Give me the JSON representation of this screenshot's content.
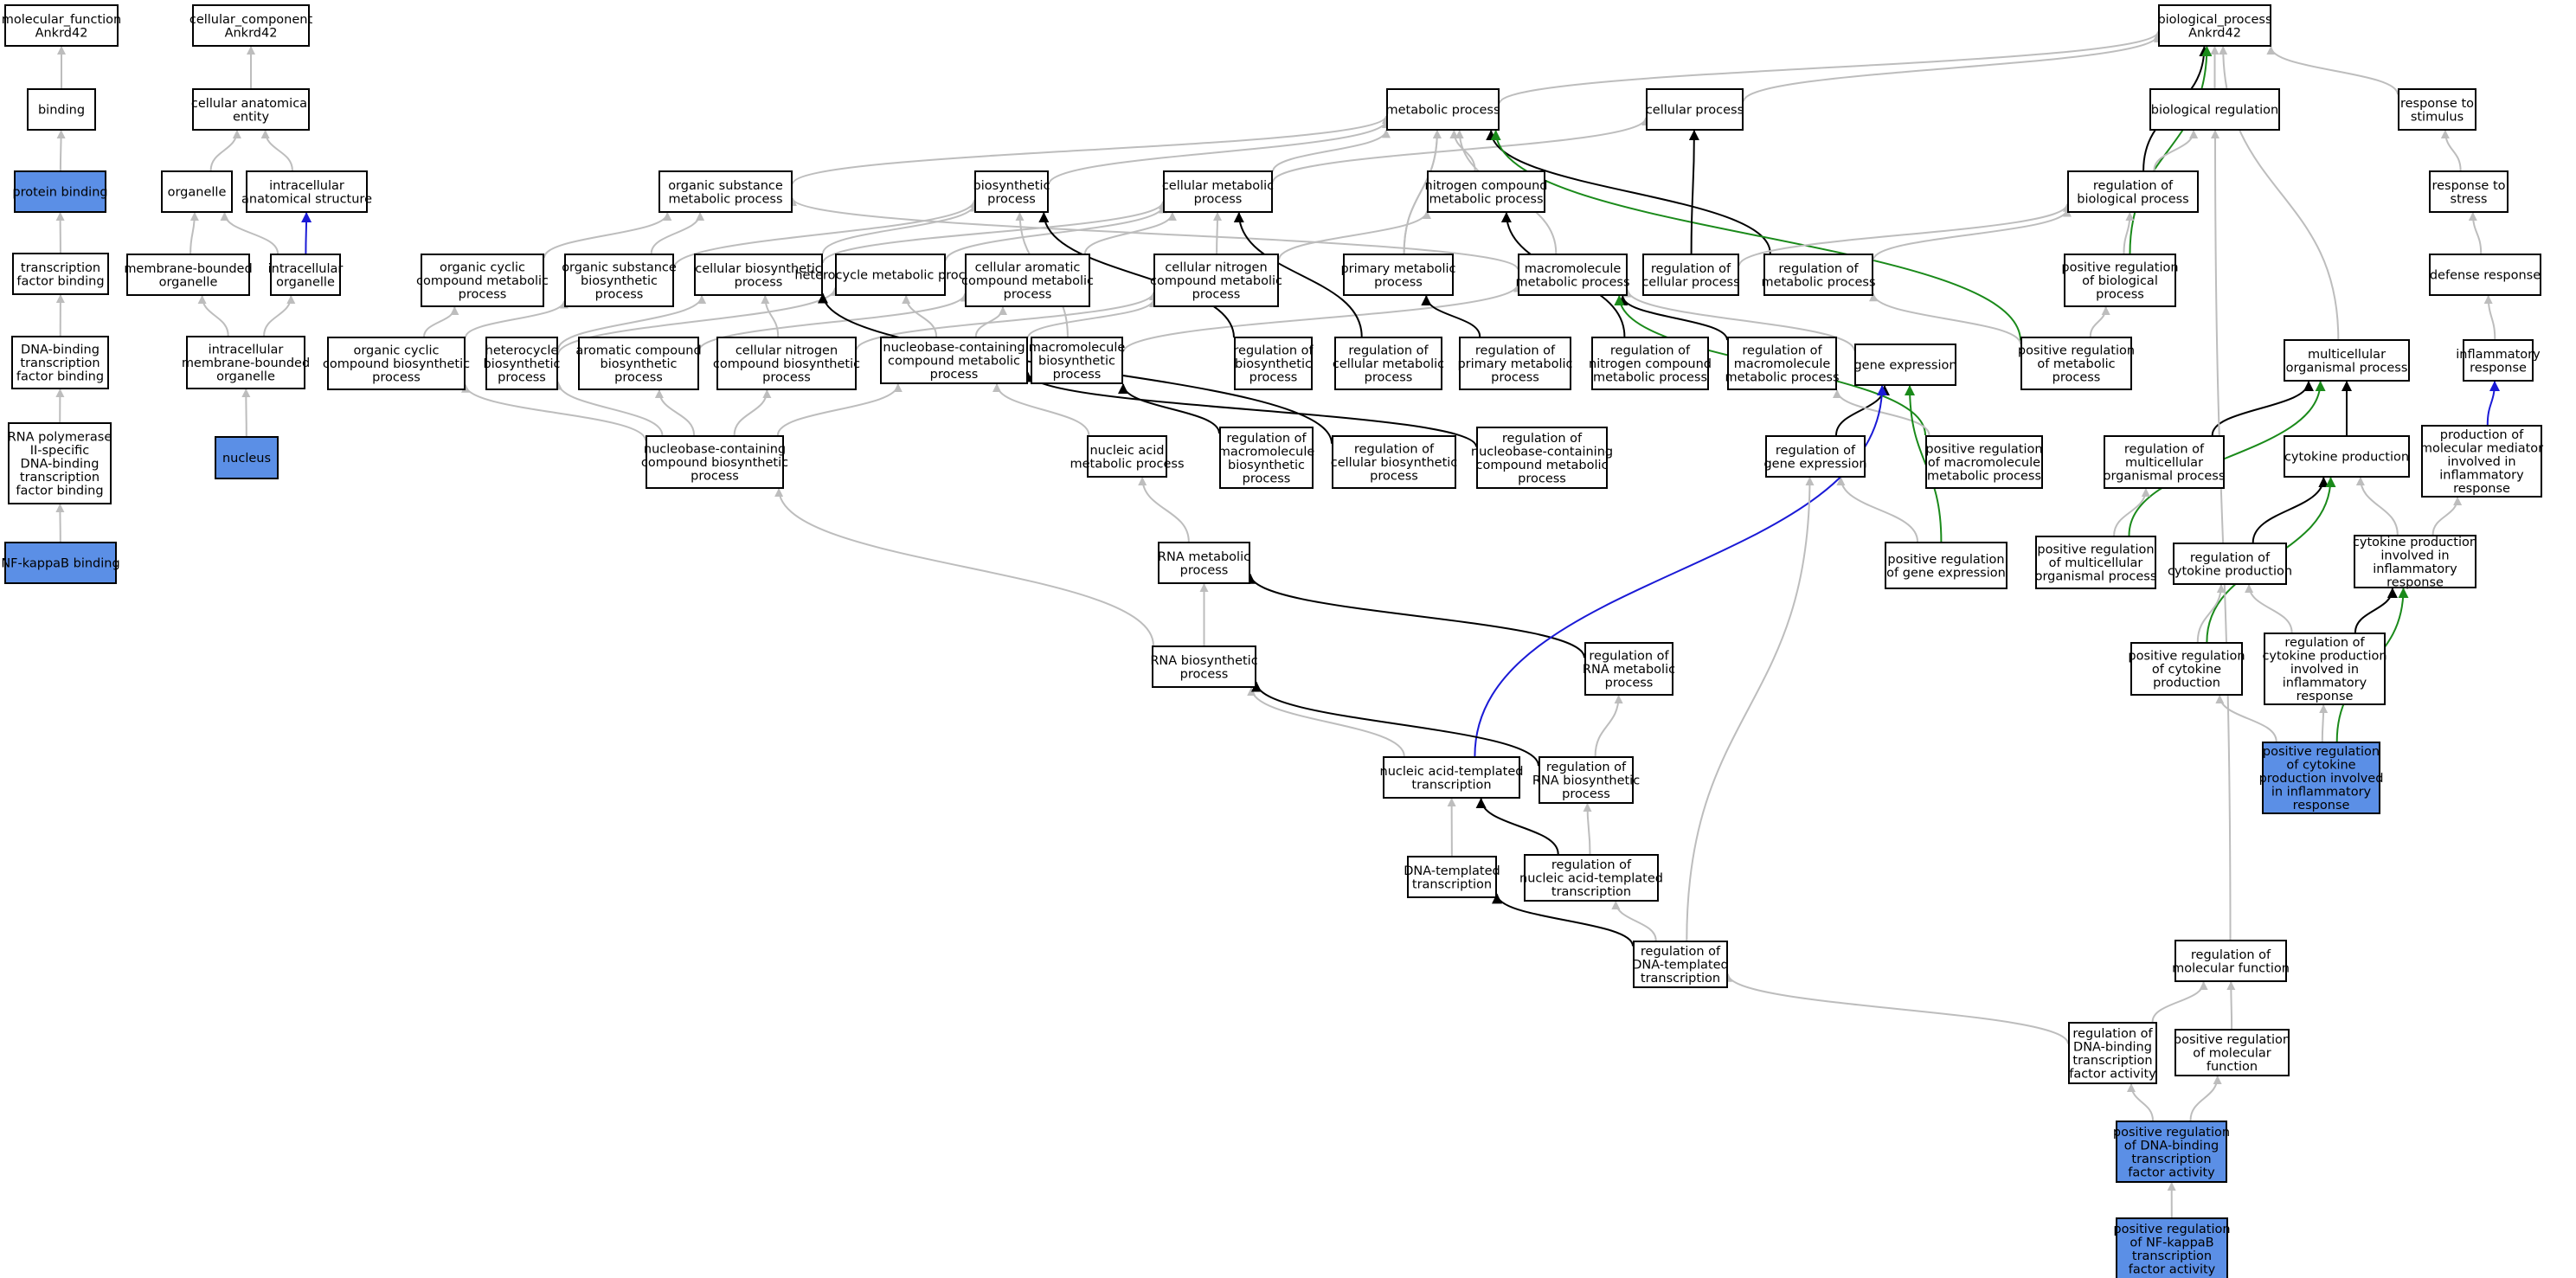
{
  "colors": {
    "node_fill": "#ffffff",
    "highlight_fill": "#5b8fe6",
    "is_a_edge": "#bdbdbd",
    "regulates_edge": "#000000",
    "positively_regulates_edge": "#1a8a1a",
    "part_of_edge": "#1a1ad6"
  },
  "nodes": [
    {
      "id": "mf",
      "lines": [
        "molecular_function",
        "Ankrd42"
      ]
    },
    {
      "id": "binding",
      "lines": [
        "binding"
      ]
    },
    {
      "id": "protein_binding",
      "lines": [
        "protein binding"
      ],
      "highlight": true
    },
    {
      "id": "tf_binding",
      "lines": [
        "transcription",
        "factor binding"
      ]
    },
    {
      "id": "dbtf_binding",
      "lines": [
        "DNA-binding",
        "transcription",
        "factor binding"
      ]
    },
    {
      "id": "rnap2_binding",
      "lines": [
        "RNA polymerase",
        "II-specific",
        "DNA-binding",
        "transcription",
        "factor binding"
      ]
    },
    {
      "id": "nfkb_binding",
      "lines": [
        "NF-kappaB binding"
      ],
      "highlight": true
    },
    {
      "id": "cc",
      "lines": [
        "cellular_component",
        "Ankrd42"
      ]
    },
    {
      "id": "cae",
      "lines": [
        "cellular anatomical",
        "entity"
      ]
    },
    {
      "id": "organelle",
      "lines": [
        "organelle"
      ]
    },
    {
      "id": "ias",
      "lines": [
        "intracellular",
        "anatomical structure"
      ]
    },
    {
      "id": "mbo",
      "lines": [
        "membrane-bounded",
        "organelle"
      ]
    },
    {
      "id": "io",
      "lines": [
        "intracellular",
        "organelle"
      ]
    },
    {
      "id": "imbo",
      "lines": [
        "intracellular",
        "membrane-bounded",
        "organelle"
      ]
    },
    {
      "id": "nucleus",
      "lines": [
        "nucleus"
      ],
      "highlight": true
    },
    {
      "id": "bp",
      "lines": [
        "biological_process",
        "Ankrd42"
      ]
    },
    {
      "id": "metab",
      "lines": [
        "metabolic process"
      ]
    },
    {
      "id": "cellp",
      "lines": [
        "cellular process"
      ]
    },
    {
      "id": "bioreg",
      "lines": [
        "biological regulation"
      ]
    },
    {
      "id": "resp_stim",
      "lines": [
        "response to",
        "stimulus"
      ]
    },
    {
      "id": "osmp",
      "lines": [
        "organic substance",
        "metabolic process"
      ]
    },
    {
      "id": "biosyn",
      "lines": [
        "biosynthetic",
        "process"
      ]
    },
    {
      "id": "cmp",
      "lines": [
        "cellular metabolic",
        "process"
      ]
    },
    {
      "id": "ncmp",
      "lines": [
        "nitrogen compound",
        "metabolic process"
      ]
    },
    {
      "id": "reg_bp",
      "lines": [
        "regulation of",
        "biological process"
      ]
    },
    {
      "id": "resp_stress",
      "lines": [
        "response to",
        "stress"
      ]
    },
    {
      "id": "occmp",
      "lines": [
        "organic cyclic",
        "compound metabolic",
        "process"
      ]
    },
    {
      "id": "osbp",
      "lines": [
        "organic substance",
        "biosynthetic",
        "process"
      ]
    },
    {
      "id": "cbp",
      "lines": [
        "cellular biosynthetic",
        "process"
      ]
    },
    {
      "id": "hmp",
      "lines": [
        "heterocycle metabolic process"
      ]
    },
    {
      "id": "cacmp",
      "lines": [
        "cellular aromatic",
        "compound metabolic",
        "process"
      ]
    },
    {
      "id": "cncmp",
      "lines": [
        "cellular nitrogen",
        "compound metabolic",
        "process"
      ]
    },
    {
      "id": "pmp",
      "lines": [
        "primary metabolic",
        "process"
      ]
    },
    {
      "id": "mmp",
      "lines": [
        "macromolecule",
        "metabolic process"
      ]
    },
    {
      "id": "reg_cp",
      "lines": [
        "regulation of",
        "cellular process"
      ]
    },
    {
      "id": "reg_mp",
      "lines": [
        "regulation of",
        "metabolic process"
      ]
    },
    {
      "id": "pos_reg_bp",
      "lines": [
        "positive regulation",
        "of biological",
        "process"
      ]
    },
    {
      "id": "defense",
      "lines": [
        "defense response"
      ]
    },
    {
      "id": "occbp",
      "lines": [
        "organic cyclic",
        "compound biosynthetic",
        "process"
      ]
    },
    {
      "id": "hbp",
      "lines": [
        "heterocycle",
        "biosynthetic",
        "process"
      ]
    },
    {
      "id": "acbp",
      "lines": [
        "aromatic compound",
        "biosynthetic",
        "process"
      ]
    },
    {
      "id": "cncbp",
      "lines": [
        "cellular nitrogen",
        "compound biosynthetic",
        "process"
      ]
    },
    {
      "id": "nbccmp",
      "lines": [
        "nucleobase-containing",
        "compound metabolic",
        "process"
      ]
    },
    {
      "id": "mbp",
      "lines": [
        "macromolecule",
        "biosynthetic",
        "process"
      ]
    },
    {
      "id": "reg_biosyn",
      "lines": [
        "regulation of",
        "biosynthetic",
        "process"
      ]
    },
    {
      "id": "reg_cmp",
      "lines": [
        "regulation of",
        "cellular metabolic",
        "process"
      ]
    },
    {
      "id": "reg_pmp",
      "lines": [
        "regulation of",
        "primary metabolic",
        "process"
      ]
    },
    {
      "id": "reg_ncmp",
      "lines": [
        "regulation of",
        "nitrogen compound",
        "metabolic process"
      ]
    },
    {
      "id": "reg_mmp",
      "lines": [
        "regulation of",
        "macromolecule",
        "metabolic process"
      ]
    },
    {
      "id": "gexp",
      "lines": [
        "gene expression"
      ]
    },
    {
      "id": "pos_reg_mp",
      "lines": [
        "positive regulation",
        "of metabolic",
        "process"
      ]
    },
    {
      "id": "mcop",
      "lines": [
        "multicellular",
        "organismal process"
      ]
    },
    {
      "id": "inflam",
      "lines": [
        "inflammatory",
        "response"
      ]
    },
    {
      "id": "nbccbp",
      "lines": [
        "nucleobase-containing",
        "compound biosynthetic",
        "process"
      ]
    },
    {
      "id": "namp",
      "lines": [
        "nucleic acid",
        "metabolic process"
      ]
    },
    {
      "id": "reg_mbp",
      "lines": [
        "regulation of",
        "macromolecule",
        "biosynthetic",
        "process"
      ]
    },
    {
      "id": "reg_cbp",
      "lines": [
        "regulation of",
        "cellular biosynthetic",
        "process"
      ]
    },
    {
      "id": "reg_nbccmp",
      "lines": [
        "regulation of",
        "nucleobase-containing",
        "compound metabolic",
        "process"
      ]
    },
    {
      "id": "reg_gexp",
      "lines": [
        "regulation of",
        "gene expression"
      ]
    },
    {
      "id": "pos_reg_mmp",
      "lines": [
        "positive regulation",
        "of macromolecule",
        "metabolic process"
      ]
    },
    {
      "id": "reg_mcop",
      "lines": [
        "regulation of",
        "multicellular",
        "organismal process"
      ]
    },
    {
      "id": "cyt_prod",
      "lines": [
        "cytokine production"
      ]
    },
    {
      "id": "prod_mm",
      "lines": [
        "production of",
        "molecular mediator",
        "involved in",
        "inflammatory",
        "response"
      ]
    },
    {
      "id": "rnamp",
      "lines": [
        "RNA metabolic",
        "process"
      ]
    },
    {
      "id": "pos_reg_gexp",
      "lines": [
        "positive regulation",
        "of gene expression"
      ]
    },
    {
      "id": "pos_reg_mcop",
      "lines": [
        "positive regulation",
        "of multicellular",
        "organismal process"
      ]
    },
    {
      "id": "reg_cyt",
      "lines": [
        "regulation of",
        "cytokine production"
      ]
    },
    {
      "id": "cyt_inflam",
      "lines": [
        "cytokine production",
        "involved in",
        "inflammatory",
        "response"
      ]
    },
    {
      "id": "rnabp",
      "lines": [
        "RNA biosynthetic",
        "process"
      ]
    },
    {
      "id": "reg_rnamp",
      "lines": [
        "regulation of",
        "RNA metabolic",
        "process"
      ]
    },
    {
      "id": "pos_reg_cyt",
      "lines": [
        "positive regulation",
        "of cytokine",
        "production"
      ]
    },
    {
      "id": "reg_cyt_inflam",
      "lines": [
        "regulation of",
        "cytokine production",
        "involved in",
        "inflammatory",
        "response"
      ]
    },
    {
      "id": "natt",
      "lines": [
        "nucleic acid-templated",
        "transcription"
      ]
    },
    {
      "id": "reg_rnabp",
      "lines": [
        "regulation of",
        "RNA biosynthetic",
        "process"
      ]
    },
    {
      "id": "pos_reg_cyt_inflam",
      "lines": [
        "positive regulation",
        "of cytokine",
        "production involved",
        "in inflammatory",
        "response"
      ],
      "highlight": true
    },
    {
      "id": "dtt",
      "lines": [
        "DNA-templated",
        "transcription"
      ]
    },
    {
      "id": "reg_natt",
      "lines": [
        "regulation of",
        "nucleic acid-templated",
        "transcription"
      ]
    },
    {
      "id": "reg_dtt",
      "lines": [
        "regulation of",
        "DNA-templated",
        "transcription"
      ]
    },
    {
      "id": "reg_mf",
      "lines": [
        "regulation of",
        "molecular function"
      ]
    },
    {
      "id": "reg_dbtfa",
      "lines": [
        "regulation of",
        "DNA-binding",
        "transcription",
        "factor activity"
      ]
    },
    {
      "id": "pos_reg_mf",
      "lines": [
        "positive regulation",
        "of molecular",
        "function"
      ]
    },
    {
      "id": "pos_reg_dbtfa",
      "lines": [
        "positive regulation",
        "of DNA-binding",
        "transcription",
        "factor activity"
      ],
      "highlight": true
    },
    {
      "id": "pos_reg_nfkb",
      "lines": [
        "positive regulation",
        "of NF-kappaB",
        "transcription",
        "factor activity"
      ],
      "highlight": true
    }
  ],
  "edges": [
    [
      "binding",
      "mf",
      "is_a"
    ],
    [
      "protein_binding",
      "binding",
      "is_a"
    ],
    [
      "tf_binding",
      "protein_binding",
      "is_a"
    ],
    [
      "dbtf_binding",
      "tf_binding",
      "is_a"
    ],
    [
      "rnap2_binding",
      "dbtf_binding",
      "is_a"
    ],
    [
      "nfkb_binding",
      "rnap2_binding",
      "is_a"
    ],
    [
      "cae",
      "cc",
      "is_a"
    ],
    [
      "organelle",
      "cae",
      "is_a"
    ],
    [
      "ias",
      "cae",
      "is_a"
    ],
    [
      "mbo",
      "organelle",
      "is_a"
    ],
    [
      "io",
      "organelle",
      "is_a"
    ],
    [
      "io",
      "ias",
      "part_of"
    ],
    [
      "imbo",
      "mbo",
      "is_a"
    ],
    [
      "imbo",
      "io",
      "is_a"
    ],
    [
      "nucleus",
      "imbo",
      "is_a"
    ],
    [
      "metab",
      "bp",
      "is_a"
    ],
    [
      "cellp",
      "bp",
      "is_a"
    ],
    [
      "bioreg",
      "bp",
      "is_a"
    ],
    [
      "resp_stim",
      "bp",
      "is_a"
    ],
    [
      "reg_bp",
      "bp",
      "regulates"
    ],
    [
      "pos_reg_bp",
      "bp",
      "positively_regulates"
    ],
    [
      "mcop",
      "bp",
      "is_a"
    ],
    [
      "osmp",
      "metab",
      "is_a"
    ],
    [
      "biosyn",
      "metab",
      "is_a"
    ],
    [
      "cmp",
      "metab",
      "is_a"
    ],
    [
      "cmp",
      "cellp",
      "is_a"
    ],
    [
      "ncmp",
      "metab",
      "is_a"
    ],
    [
      "pmp",
      "metab",
      "is_a"
    ],
    [
      "reg_mp",
      "metab",
      "regulates"
    ],
    [
      "pos_reg_mp",
      "metab",
      "positively_regulates"
    ],
    [
      "reg_cp",
      "cellp",
      "regulates"
    ],
    [
      "reg_bp",
      "bioreg",
      "is_a"
    ],
    [
      "resp_stress",
      "resp_stim",
      "is_a"
    ],
    [
      "defense",
      "resp_stress",
      "is_a"
    ],
    [
      "inflam",
      "defense",
      "is_a"
    ],
    [
      "occmp",
      "osmp",
      "is_a"
    ],
    [
      "osbp",
      "osmp",
      "is_a"
    ],
    [
      "osbp",
      "biosyn",
      "is_a"
    ],
    [
      "cbp",
      "biosyn",
      "is_a"
    ],
    [
      "cbp",
      "cmp",
      "is_a"
    ],
    [
      "hmp",
      "cmp",
      "is_a"
    ],
    [
      "cacmp",
      "cmp",
      "is_a"
    ],
    [
      "cncmp",
      "cmp",
      "is_a"
    ],
    [
      "cncmp",
      "ncmp",
      "is_a"
    ],
    [
      "mmp",
      "metab",
      "is_a"
    ],
    [
      "mmp",
      "osmp",
      "is_a"
    ],
    [
      "pmp",
      "metab",
      "is_a"
    ],
    [
      "reg_cp",
      "reg_bp",
      "is_a"
    ],
    [
      "reg_mp",
      "reg_bp",
      "is_a"
    ],
    [
      "pos_reg_bp",
      "reg_bp",
      "is_a"
    ],
    [
      "occbp",
      "occmp",
      "is_a"
    ],
    [
      "occbp",
      "osbp",
      "is_a"
    ],
    [
      "hbp",
      "hmp",
      "is_a"
    ],
    [
      "hbp",
      "cbp",
      "is_a"
    ],
    [
      "acbp",
      "cacmp",
      "is_a"
    ],
    [
      "cncbp",
      "cncmp",
      "is_a"
    ],
    [
      "cncbp",
      "cbp",
      "is_a"
    ],
    [
      "nbccmp",
      "hmp",
      "is_a"
    ],
    [
      "nbccmp",
      "cacmp",
      "is_a"
    ],
    [
      "nbccmp",
      "cncmp",
      "is_a"
    ],
    [
      "mbp",
      "mmp",
      "is_a"
    ],
    [
      "mbp",
      "biosyn",
      "is_a"
    ],
    [
      "reg_biosyn",
      "biosyn",
      "regulates"
    ],
    [
      "reg_cmp",
      "cmp",
      "regulates"
    ],
    [
      "reg_pmp",
      "pmp",
      "regulates"
    ],
    [
      "reg_ncmp",
      "ncmp",
      "regulates"
    ],
    [
      "reg_mmp",
      "mmp",
      "regulates"
    ],
    [
      "gexp",
      "mmp",
      "is_a"
    ],
    [
      "pos_reg_mp",
      "reg_mp",
      "is_a"
    ],
    [
      "pos_reg_mp",
      "pos_reg_bp",
      "is_a"
    ],
    [
      "reg_cyt_inflam",
      "reg_cyt",
      "is_a"
    ],
    [
      "nbccbp",
      "nbccmp",
      "is_a"
    ],
    [
      "nbccbp",
      "occbp",
      "is_a"
    ],
    [
      "nbccbp",
      "hbp",
      "is_a"
    ],
    [
      "nbccbp",
      "acbp",
      "is_a"
    ],
    [
      "nbccbp",
      "cncbp",
      "is_a"
    ],
    [
      "namp",
      "nbccmp",
      "is_a"
    ],
    [
      "reg_mbp",
      "mbp",
      "regulates"
    ],
    [
      "reg_cbp",
      "cbp",
      "regulates"
    ],
    [
      "reg_nbccmp",
      "nbccmp",
      "regulates"
    ],
    [
      "reg_gexp",
      "gexp",
      "regulates"
    ],
    [
      "pos_reg_mmp",
      "mmp",
      "positively_regulates"
    ],
    [
      "pos_reg_mmp",
      "reg_mmp",
      "is_a"
    ],
    [
      "reg_mcop",
      "mcop",
      "regulates"
    ],
    [
      "cyt_prod",
      "mcop",
      "regulates"
    ],
    [
      "prod_mm",
      "inflam",
      "part_of"
    ],
    [
      "rnamp",
      "namp",
      "is_a"
    ],
    [
      "pos_reg_gexp",
      "gexp",
      "positively_regulates"
    ],
    [
      "pos_reg_gexp",
      "reg_gexp",
      "is_a"
    ],
    [
      "pos_reg_mcop",
      "mcop",
      "positively_regulates"
    ],
    [
      "pos_reg_mcop",
      "reg_mcop",
      "is_a"
    ],
    [
      "reg_cyt",
      "cyt_prod",
      "regulates"
    ],
    [
      "cyt_inflam",
      "cyt_prod",
      "is_a"
    ],
    [
      "cyt_inflam",
      "prod_mm",
      "is_a"
    ],
    [
      "rnabp",
      "rnamp",
      "is_a"
    ],
    [
      "rnabp",
      "nbccbp",
      "is_a"
    ],
    [
      "reg_rnamp",
      "rnamp",
      "regulates"
    ],
    [
      "pos_reg_cyt",
      "cyt_prod",
      "positively_regulates"
    ],
    [
      "pos_reg_cyt",
      "reg_cyt",
      "is_a"
    ],
    [
      "reg_cyt_inflam",
      "cyt_inflam",
      "regulates"
    ],
    [
      "natt",
      "rnabp",
      "is_a"
    ],
    [
      "natt",
      "gexp",
      "part_of"
    ],
    [
      "reg_rnabp",
      "rnabp",
      "regulates"
    ],
    [
      "reg_rnabp",
      "reg_rnamp",
      "is_a"
    ],
    [
      "pos_reg_cyt_inflam",
      "cyt_inflam",
      "positively_regulates"
    ],
    [
      "pos_reg_cyt_inflam",
      "reg_cyt_inflam",
      "is_a"
    ],
    [
      "pos_reg_cyt_inflam",
      "pos_reg_cyt",
      "is_a"
    ],
    [
      "dtt",
      "natt",
      "is_a"
    ],
    [
      "reg_natt",
      "natt",
      "regulates"
    ],
    [
      "reg_natt",
      "reg_rnabp",
      "is_a"
    ],
    [
      "reg_dtt",
      "dtt",
      "regulates"
    ],
    [
      "reg_dtt",
      "reg_natt",
      "is_a"
    ],
    [
      "reg_dtt",
      "reg_gexp",
      "is_a"
    ],
    [
      "reg_mf",
      "bioreg",
      "is_a"
    ],
    [
      "reg_dbtfa",
      "reg_mf",
      "is_a"
    ],
    [
      "reg_dbtfa",
      "reg_dtt",
      "is_a"
    ],
    [
      "pos_reg_mf",
      "reg_mf",
      "is_a"
    ],
    [
      "pos_reg_dbtfa",
      "reg_dbtfa",
      "is_a"
    ],
    [
      "pos_reg_dbtfa",
      "pos_reg_mf",
      "is_a"
    ],
    [
      "pos_reg_nfkb",
      "pos_reg_dbtfa",
      "is_a"
    ]
  ]
}
